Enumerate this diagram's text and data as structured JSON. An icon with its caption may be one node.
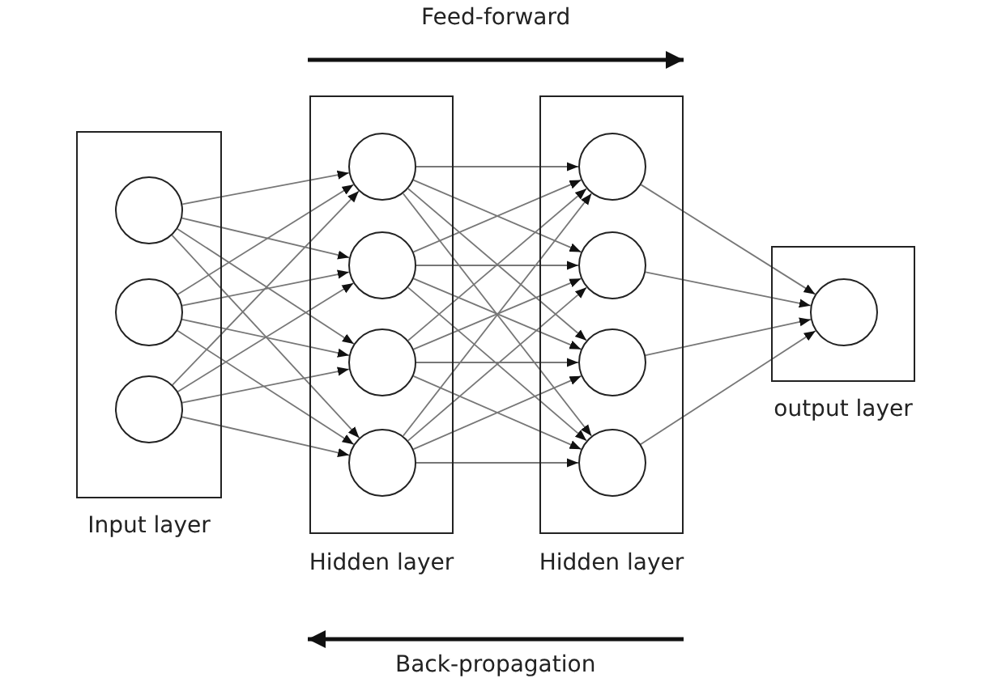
{
  "diagram": {
    "nodes": [
      {
        "text": [
          "Input layer"
        ]
      },
      {
        "text": [],
        "shape": "circle",
        "in": 0
      },
      {
        "text": [],
        "shape": "circle",
        "in": 0
      },
      {
        "text": [],
        "shape": "circle",
        "in": 0
      },
      {
        "text": [
          "Hidden layer"
        ]
      },
      {
        "text": [],
        "shape": "circle",
        "in": 4
      },
      {
        "text": [],
        "shape": "circle",
        "in": 4
      },
      {
        "text": [],
        "shape": "circle",
        "in": 4
      },
      {
        "text": [],
        "shape": "circle",
        "in": 4
      },
      {
        "text": [
          "Hidden layer"
        ]
      },
      {
        "text": [],
        "shape": "circle",
        "in": 9
      },
      {
        "text": [],
        "shape": "circle",
        "in": 9
      },
      {
        "text": [],
        "shape": "circle",
        "in": 9
      },
      {
        "text": [],
        "shape": "circle",
        "in": 9
      },
      {
        "text": [
          "output layer"
        ]
      },
      {
        "text": [],
        "shape": "circle",
        "in": 14
      }
    ],
    "edges": [
      {
        "from": 1,
        "to": 5,
        "arrow": "to"
      },
      {
        "from": 1,
        "to": 6,
        "arrow": "to"
      },
      {
        "from": 1,
        "to": 7,
        "arrow": "to"
      },
      {
        "from": 1,
        "to": 8,
        "arrow": "to"
      },
      {
        "from": 2,
        "to": 5,
        "arrow": "to"
      },
      {
        "from": 2,
        "to": 6,
        "arrow": "to"
      },
      {
        "from": 2,
        "to": 7,
        "arrow": "to"
      },
      {
        "from": 2,
        "to": 8,
        "arrow": "to"
      },
      {
        "from": 3,
        "to": 5,
        "arrow": "to"
      },
      {
        "from": 3,
        "to": 6,
        "arrow": "to"
      },
      {
        "from": 3,
        "to": 7,
        "arrow": "to"
      },
      {
        "from": 3,
        "to": 8,
        "arrow": "to"
      },
      {
        "from": 5,
        "to": 10,
        "arrow": "to"
      },
      {
        "from": 5,
        "to": 11,
        "arrow": "to"
      },
      {
        "from": 5,
        "to": 12,
        "arrow": "to"
      },
      {
        "from": 5,
        "to": 13,
        "arrow": "to"
      },
      {
        "from": 6,
        "to": 10,
        "arrow": "to"
      },
      {
        "from": 6,
        "to": 11,
        "arrow": "to"
      },
      {
        "from": 6,
        "to": 12,
        "arrow": "to"
      },
      {
        "from": 6,
        "to": 13,
        "arrow": "to"
      },
      {
        "from": 7,
        "to": 10,
        "arrow": "to"
      },
      {
        "from": 7,
        "to": 11,
        "arrow": "to"
      },
      {
        "from": 7,
        "to": 12,
        "arrow": "to"
      },
      {
        "from": 7,
        "to": 13,
        "arrow": "to"
      },
      {
        "from": 8,
        "to": 10,
        "arrow": "to"
      },
      {
        "from": 8,
        "to": 11,
        "arrow": "to"
      },
      {
        "from": 8,
        "to": 12,
        "arrow": "to"
      },
      {
        "from": 8,
        "to": 13,
        "arrow": "to"
      },
      {
        "from": 10,
        "to": 15,
        "arrow": "to"
      },
      {
        "from": 11,
        "to": 15,
        "arrow": "to"
      },
      {
        "from": 12,
        "to": 15,
        "arrow": "to"
      },
      {
        "from": 13,
        "to": 15,
        "arrow": "to"
      }
    ],
    "labels": [
      "Feed-forward",
      "Back-propagation"
    ]
  }
}
